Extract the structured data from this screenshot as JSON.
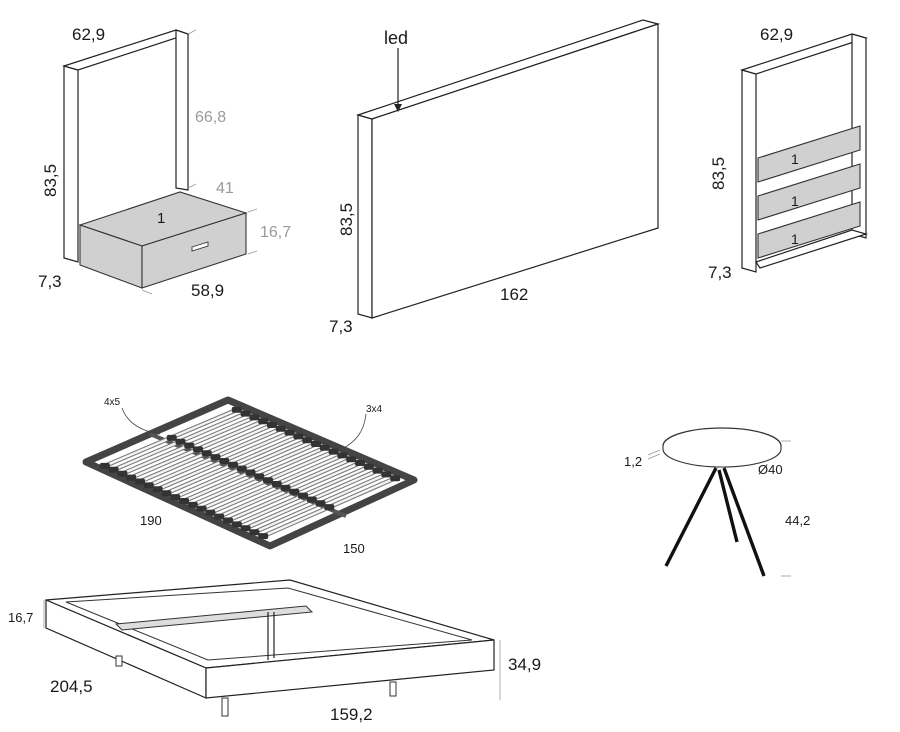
{
  "nightstand": {
    "width": "62,9",
    "height": "83,5",
    "upper_height": "66,8",
    "depth_top": "41",
    "drawer_height": "16,7",
    "thickness": "7,3",
    "drawer_width": "58,9",
    "drawer_qty": "1"
  },
  "headboard": {
    "led_label": "led",
    "height": "83,5",
    "width": "162",
    "thickness": "7,3"
  },
  "shelf_unit": {
    "width": "62,9",
    "height": "83,5",
    "thickness": "7,3",
    "shelf_qty": [
      "1",
      "1",
      "1"
    ]
  },
  "slat_base": {
    "slats_left": "4x5",
    "slats_right": "3x4",
    "length": "190",
    "width": "150"
  },
  "side_table": {
    "top_thickness": "1,2",
    "diameter": "Ø40",
    "height": "44,2"
  },
  "bed_frame": {
    "side_height": "16,7",
    "length": "204,5",
    "width": "159,2",
    "total_height": "34,9"
  }
}
